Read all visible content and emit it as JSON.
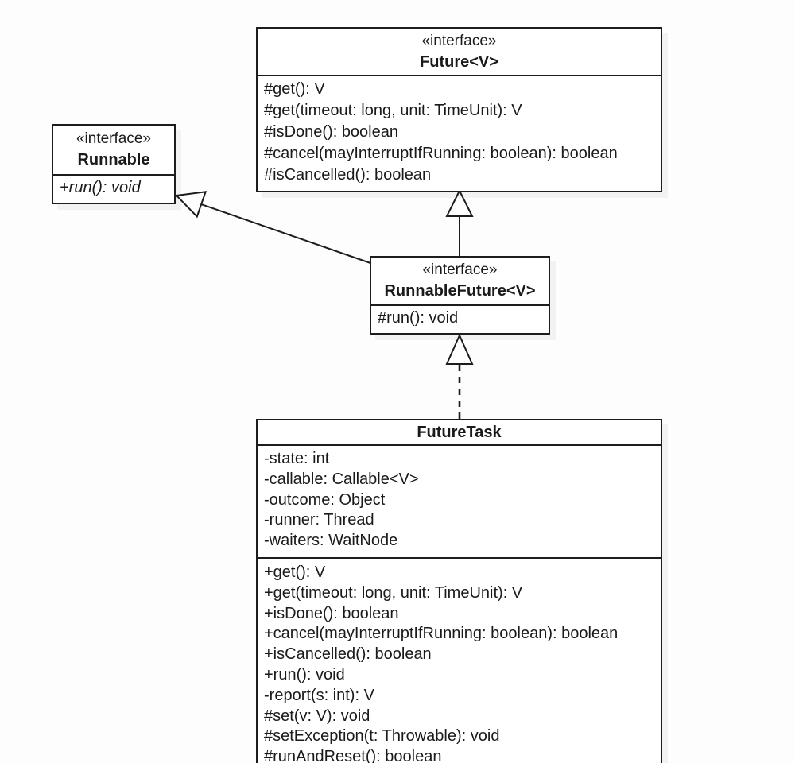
{
  "diagram": {
    "kind": "uml-class-diagram",
    "background_color": "#fdfdfd",
    "box_fill_color": "#ffffff",
    "line_color": "#1d1d1d"
  },
  "classes": {
    "future": {
      "stereotype": "«interface»",
      "name": "Future<V>",
      "methods": [
        "#get(): V",
        "#get(timeout: long, unit: TimeUnit): V",
        "#isDone(): boolean",
        "#cancel(mayInterruptIfRunning: boolean): boolean",
        "#isCancelled(): boolean"
      ]
    },
    "runnable": {
      "stereotype": "«interface»",
      "name": "Runnable",
      "methods": [
        "+run(): void"
      ]
    },
    "runnable_future": {
      "stereotype": "«interface»",
      "name": "RunnableFuture<V>",
      "methods": [
        "#run(): void"
      ]
    },
    "future_task": {
      "name": "FutureTask",
      "attributes": [
        "-state: int",
        "-callable: Callable<V>",
        "-outcome: Object",
        "-runner: Thread",
        "-waiters: WaitNode"
      ],
      "methods": [
        "+get(): V",
        "+get(timeout: long, unit: TimeUnit): V",
        "+isDone(): boolean",
        "+cancel(mayInterruptIfRunning: boolean): boolean",
        "+isCancelled(): boolean",
        "+run(): void",
        "-report(s: int): V",
        "#set(v: V): void",
        "#setException(t: Throwable): void",
        "#runAndReset(): boolean"
      ]
    }
  },
  "relationships": [
    {
      "from": "RunnableFuture<V>",
      "to": "Future<V>",
      "type": "generalization",
      "line_style": "solid"
    },
    {
      "from": "RunnableFuture<V>",
      "to": "Runnable",
      "type": "generalization",
      "line_style": "solid"
    },
    {
      "from": "FutureTask",
      "to": "RunnableFuture<V>",
      "type": "realization",
      "line_style": "dashed"
    }
  ]
}
